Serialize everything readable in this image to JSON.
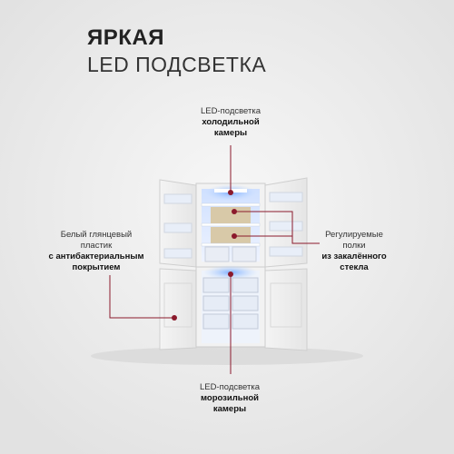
{
  "heading": {
    "line1": "ЯРКАЯ",
    "line2": "LED ПОДСВЕТКА"
  },
  "callouts": {
    "top": {
      "line1": "LED-подсветка",
      "line2": "холодильной",
      "line3": "камеры"
    },
    "left": {
      "line1": "Белый глянцевый",
      "line2": "пластик",
      "line3": "с антибактериальным",
      "line4": "покрытием"
    },
    "right": {
      "line1": "Регулируемые",
      "line2": "полки",
      "line3": "из закалённого",
      "line4": "стекла"
    },
    "bottom": {
      "line1": "LED-подсветка",
      "line2": "морозильной",
      "line3": "камеры"
    }
  },
  "colors": {
    "accent": "#8b1a2c",
    "background": "#ececec",
    "led": "#9fc4ff"
  }
}
